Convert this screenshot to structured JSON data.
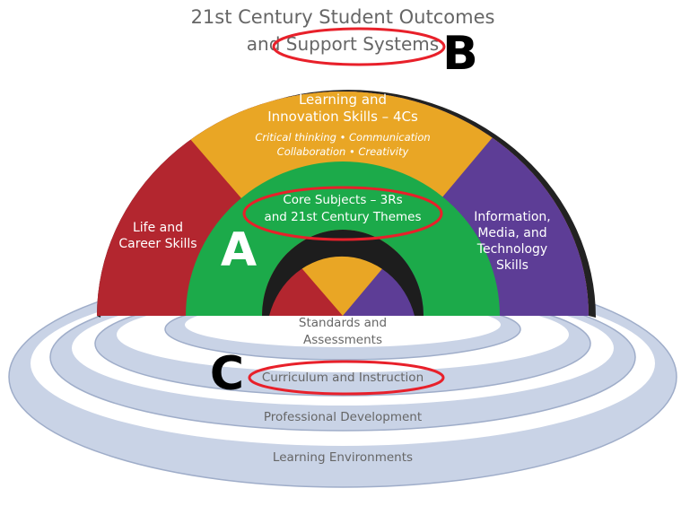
{
  "title": {
    "line1": "21st Century Student Outcomes",
    "line2": "and Support Systems"
  },
  "arch": {
    "learning": {
      "title1": "Learning and",
      "title2": "Innovation Skills – 4Cs",
      "sub1": "Critical thinking • Communication",
      "sub2": "Collaboration • Creativity"
    },
    "life": {
      "line1": "Life and",
      "line2": "Career Skills"
    },
    "info": {
      "line1": "Information,",
      "line2": "Media, and",
      "line3": "Technology",
      "line4": "Skills"
    },
    "core": {
      "line1": "Core Subjects – 3Rs",
      "line2": "and 21st Century Themes"
    }
  },
  "rings": {
    "standards1": "Standards and",
    "standards2": "Assessments",
    "curriculum": "Curriculum and Instruction",
    "professional": "Professional Development",
    "environments": "Learning Environments"
  },
  "markers": {
    "a": "A",
    "b": "B",
    "c": "C"
  },
  "colors": {
    "red": "#b3262f",
    "orange": "#e9a625",
    "purple": "#5d3d96",
    "green": "#1caa4a",
    "ring": "#c9d3e6",
    "ring_edge": "#9fadc9",
    "annotation": "#e8202a",
    "title_text": "#666666"
  }
}
